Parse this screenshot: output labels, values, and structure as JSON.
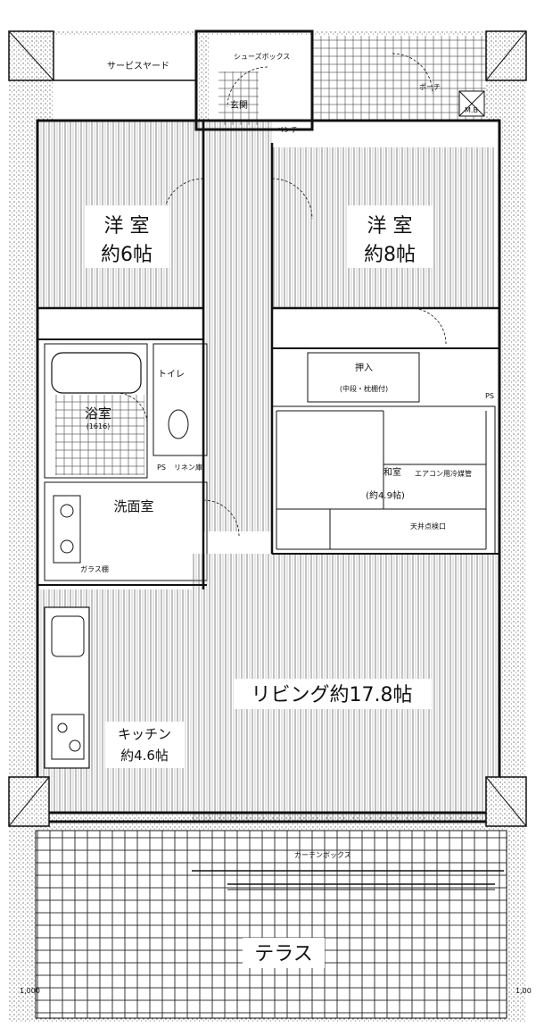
{
  "rooms": {
    "western_room_1": {
      "name": "洋 室",
      "size": "約6帖"
    },
    "western_room_2": {
      "name": "洋 室",
      "size": "約8帖"
    },
    "living": "リビング約17.8帖",
    "kitchen": {
      "name": "キッチン",
      "size": "約4.6帖"
    },
    "terrace": "テラス",
    "japanese_room": {
      "name": "和室",
      "size": "(約4.9帖)"
    },
    "bath": {
      "name": "浴室",
      "note": "(1616)"
    },
    "washroom": "洗面室",
    "toilet": "トイレ",
    "entrance": "玄関",
    "oshiire": {
      "name": "押入",
      "note": "(中段・枕棚付)"
    }
  },
  "labels": {
    "service_yard": "サービスヤード",
    "shoes_box": "シューズボックス",
    "bench": "ベンチ",
    "porch": "ポーチ",
    "mb": "M.B",
    "ps": "PS",
    "curtain_box": "カーテンボックス",
    "aircon_sleeve": "エアコン用冷媒管",
    "inspection_port": "天井点検口",
    "linen": "リネン庫",
    "glass_shelf": "ガラス棚"
  },
  "dimensions": {
    "left": "1,000",
    "right": "1,00"
  }
}
